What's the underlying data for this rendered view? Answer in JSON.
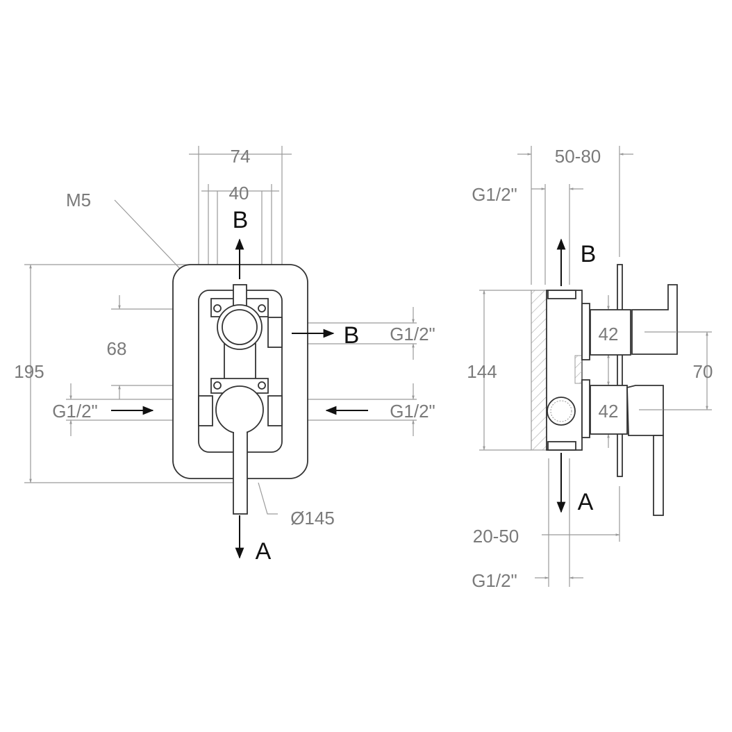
{
  "front_view": {
    "dim_width_outer": "74",
    "dim_width_inner": "40",
    "thread_label": "M5",
    "dim_height": "195",
    "dim_spacing": "68",
    "inlet_left": "G1/2\"",
    "outlet_right": "G1/2\"",
    "inlet_right": "G1/2\"",
    "plate_diameter": "Ø145",
    "port_b_top": "B",
    "port_b_right": "B",
    "port_a": "A"
  },
  "side_view": {
    "dim_depth": "50-80",
    "top_thread": "G1/2\"",
    "dim_height": "144",
    "handle_upper": "42",
    "handle_lower": "42",
    "dim_handle_spacing": "70",
    "dim_wall": "20-50",
    "bottom_thread": "G1/2\"",
    "port_b": "B",
    "port_a": "A"
  }
}
